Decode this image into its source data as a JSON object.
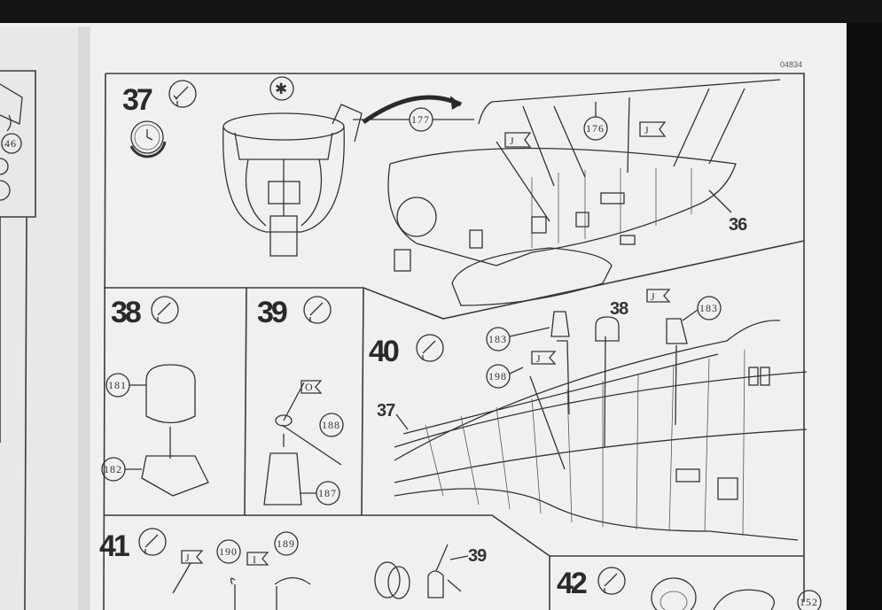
{
  "sheet": {
    "code": "04834"
  },
  "left_page": {
    "part_numbers": [
      "46"
    ]
  },
  "steps": [
    {
      "number": "37",
      "icons": [
        "glue-icon",
        "clock-icon",
        "asterisk-icon"
      ]
    },
    {
      "number": "38",
      "icons": [
        "glue-icon"
      ]
    },
    {
      "number": "39",
      "icons": [
        "glue-icon"
      ]
    },
    {
      "number": "40",
      "icons": [
        "glue-icon"
      ]
    },
    {
      "number": "41",
      "icons": [
        "glue-icon"
      ]
    },
    {
      "number": "42",
      "icons": [
        "glue-icon"
      ]
    }
  ],
  "step37": {
    "parts": [
      "177",
      "176"
    ],
    "ref": "36",
    "decals": [
      "J",
      "J"
    ],
    "asterisk": "✱"
  },
  "step38": {
    "parts": [
      "181",
      "182"
    ]
  },
  "step39": {
    "parts": [
      "188",
      "187"
    ],
    "decal": "O"
  },
  "step40": {
    "parts": [
      "183",
      "198",
      "183"
    ],
    "refs": [
      "38",
      "37"
    ],
    "decals": [
      "J",
      "J"
    ]
  },
  "step41": {
    "parts": [
      "190",
      "189"
    ],
    "ref": "39",
    "decals": [
      "J",
      "I"
    ]
  },
  "step42": {
    "parts": [
      "152"
    ]
  },
  "colors": {
    "paper": "#f1f1f1",
    "ink": "#2f2f2f",
    "background": "#111111"
  }
}
